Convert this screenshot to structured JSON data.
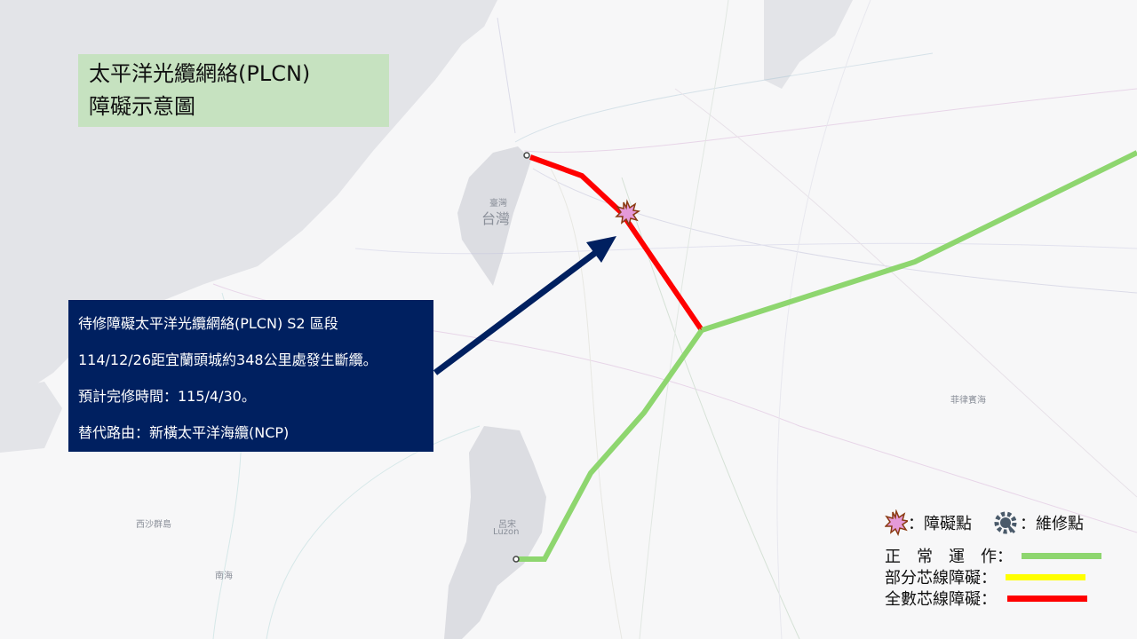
{
  "title": {
    "line1": "太平洋光纜網絡(PLCN)",
    "line2": "障礙示意圖"
  },
  "info": {
    "line1": "待修障礙太平洋光纜網絡(PLCN) S2 區段",
    "line2": "114/12/26距宜蘭頭城約348公里處發生斷纜。",
    "line3": "預計完修時間：115/4/30。",
    "line4": "替代路由：新橫太平洋海纜(NCP)"
  },
  "map_labels": {
    "taiwan_small": "臺灣",
    "taiwan_big": "台灣",
    "philippine_sea": "菲律賓海",
    "luzon_zh": "呂宋",
    "luzon_en": "Luzon",
    "paracel": "西沙群島",
    "south_sea": "南海"
  },
  "legend": {
    "fault_point": "：障礙點",
    "repair_point": "：維修點",
    "normal": "正　常　運　作：",
    "partial": "部分芯線障礙：",
    "full": "全數芯線障礙：",
    "colors": {
      "normal": "#8ed66f",
      "partial": "#ffff00",
      "full": "#ff0000"
    }
  }
}
